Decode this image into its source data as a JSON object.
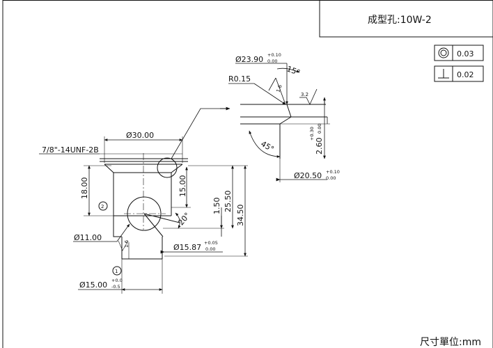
{
  "title_block": {
    "hole_label": "成型孔:10W-2"
  },
  "tolerance_frames": [
    {
      "symbol": "concentricity",
      "value": "0.03"
    },
    {
      "symbol": "perpendicularity",
      "value": "0.02"
    }
  ],
  "detail": {
    "dia_23_90": "Ø23.90",
    "dia_23_90_tol_upper": "+0.10",
    "dia_23_90_tol_lower": "0.00",
    "angle_15": "15°",
    "radius": "R0.15",
    "roughness_1_6": "1.6",
    "roughness_3_2": "3.2",
    "angle_45": "45°",
    "depth_2_60": "2.60",
    "depth_tol_upper": "+0.30",
    "depth_tol_lower": "0.00",
    "dia_20_50": "Ø20.50",
    "dia_20_50_tol_upper": "+0.10",
    "dia_20_50_tol_lower": "0.00"
  },
  "main_view": {
    "thread_spec": "7/8\"-14UNF-2B",
    "dia_30": "Ø30.00",
    "dim_18": "18.00",
    "dim_15": "15.00",
    "dim_1_50": "1.50",
    "dim_25_50": "25.50",
    "dim_34_50": "34.50",
    "angle_20": "20°",
    "dia_11": "Ø11.00",
    "dia_15_87": "Ø15.87",
    "dia_15_87_tol_upper": "+0.05",
    "dia_15_87_tol_lower": "0.00",
    "roughness_bottom": "1.6",
    "dia_15": "Ø15.00",
    "dia_15_tol_upper": "+0.0",
    "dia_15_tol_lower": "-0.5",
    "port_marker_1": "1",
    "port_marker_2": "2"
  },
  "footer": {
    "unit_note": "尺寸單位:mm"
  }
}
